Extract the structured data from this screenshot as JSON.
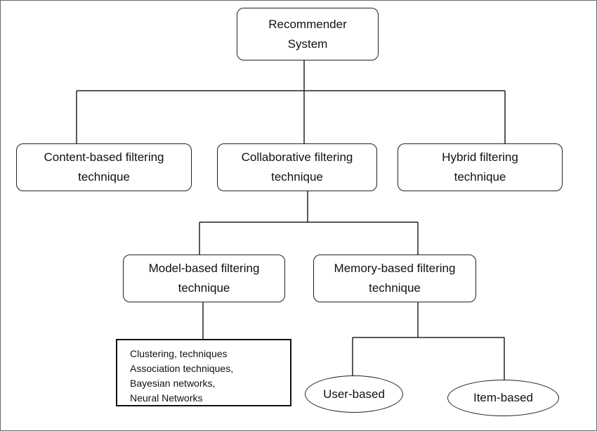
{
  "diagram": {
    "root": {
      "line1": "Recommender",
      "line2": "System"
    },
    "content_based": {
      "line1": "Content-based filtering",
      "line2": "technique"
    },
    "collaborative": {
      "line1": "Collaborative filtering",
      "line2": "technique"
    },
    "hybrid": {
      "line1": "Hybrid filtering",
      "line2": "technique"
    },
    "model_based": {
      "line1": "Model-based filtering",
      "line2": "technique"
    },
    "memory_based": {
      "line1": "Memory-based filtering",
      "line2": "technique"
    },
    "model_techniques": [
      "Clustering, techniques",
      "Association techniques,",
      "Bayesian networks,",
      "Neural Networks"
    ],
    "user_based": "User-based",
    "item_based": "Item-based"
  }
}
